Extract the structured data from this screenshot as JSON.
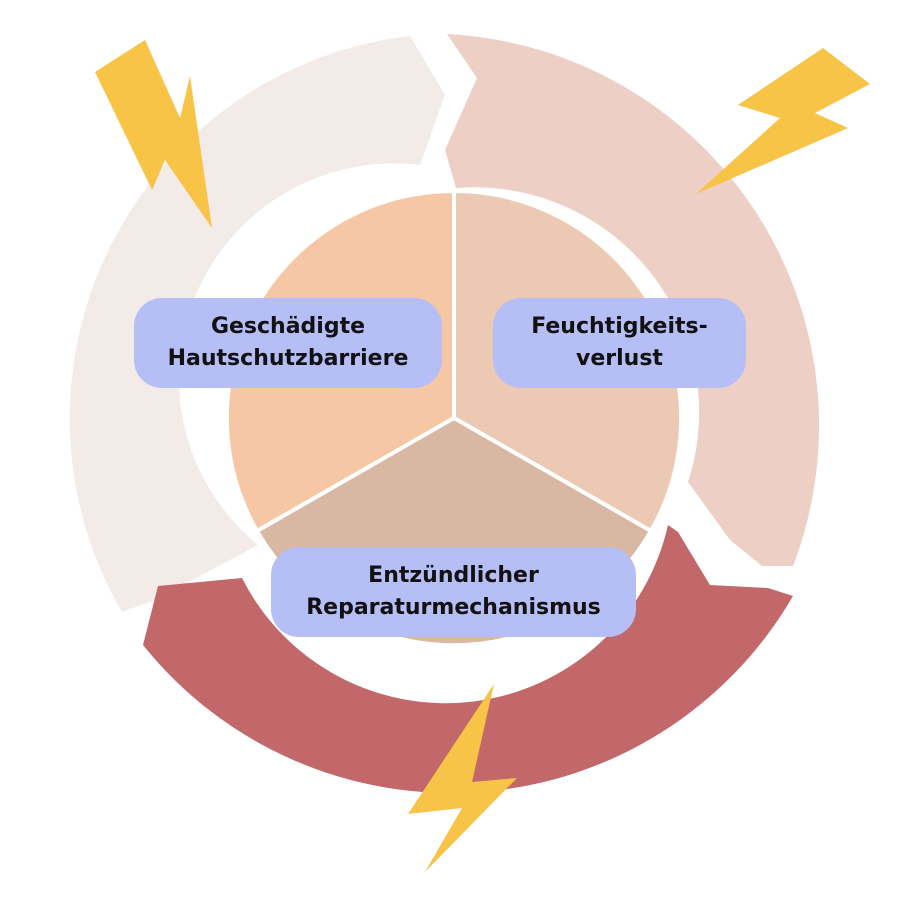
{
  "colors": {
    "ring_left": "#f2ebe8",
    "ring_right": "#eecfc6",
    "ring_bottom": "#c2686b",
    "sector_left": "#f6c7a5",
    "sector_right": "#ecc9b2",
    "sector_bottom": "#d9b8a3",
    "label_bg": "#b5bef5",
    "bolt": "#f8c447"
  },
  "cycle": [
    {
      "line1": "Geschädigte",
      "line2": "Hautschutzbarriere"
    },
    {
      "line1": "Feuchtigkeits-",
      "line2": "verlust"
    },
    {
      "line1": "Entzündlicher",
      "line2": "Reparaturmechanismus"
    }
  ],
  "icons": [
    "lightning-bolt-icon",
    "lightning-bolt-icon",
    "lightning-bolt-icon"
  ]
}
